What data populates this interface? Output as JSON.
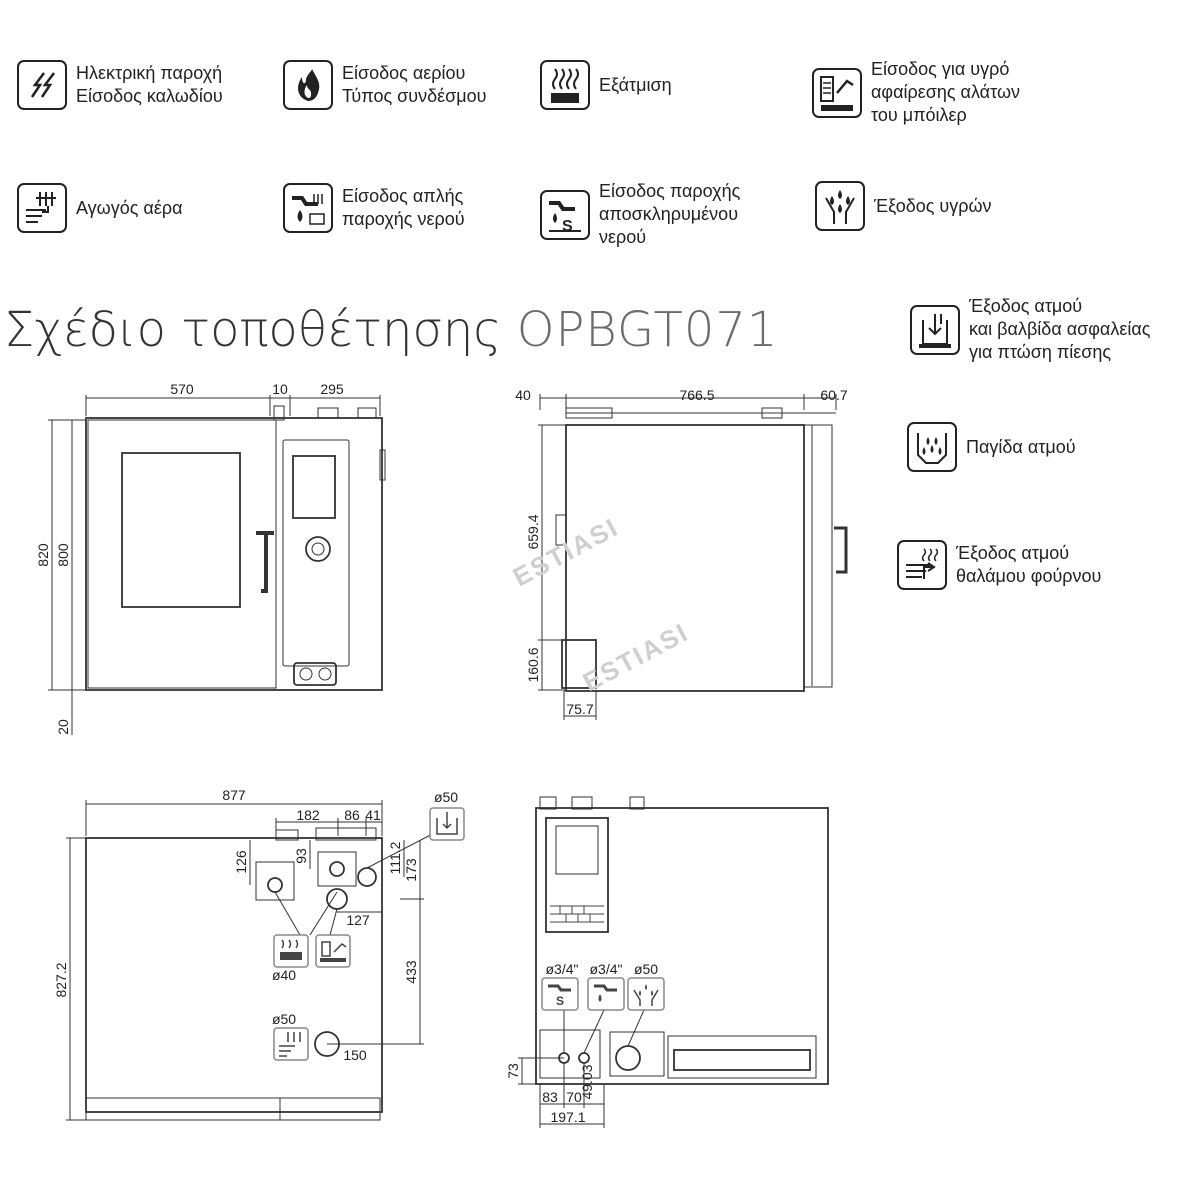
{
  "legend": [
    {
      "id": "electric",
      "lines": [
        "Ηλεκτρική παροχή",
        "Είσοδος καλωδίου"
      ],
      "icon": "lightning-icon"
    },
    {
      "id": "gas",
      "lines": [
        "Είσοδος αερίου",
        "Τύπος συνδέσμου"
      ],
      "icon": "flame-icon"
    },
    {
      "id": "exhaust",
      "lines": [
        "Εξάτμιση"
      ],
      "icon": "exhaust-icon"
    },
    {
      "id": "descaler",
      "lines": [
        "Είσοδος για υγρό",
        "αφαίρεσης αλάτων",
        "του μπόιλερ"
      ],
      "icon": "descaler-icon"
    },
    {
      "id": "air",
      "lines": [
        "Αγωγός αέρα"
      ],
      "icon": "air-duct-icon"
    },
    {
      "id": "water",
      "lines": [
        "Είσοδος απλής",
        "παροχής νερού"
      ],
      "icon": "water-tap-icon"
    },
    {
      "id": "softwater",
      "lines": [
        "Είσοδος παροχής",
        "αποσκληρυμένου",
        "νερού"
      ],
      "icon": "soft-water-icon"
    },
    {
      "id": "drain",
      "lines": [
        "Έξοδος υγρών"
      ],
      "icon": "drain-icon"
    },
    {
      "id": "steamvalve",
      "lines": [
        "Έξοδος ατμού",
        "και βαλβίδα ασφαλείας",
        "για πτώση πίεσης"
      ],
      "icon": "steam-valve-icon"
    },
    {
      "id": "steamtrap",
      "lines": [
        "Παγίδα ατμού"
      ],
      "icon": "steam-trap-icon"
    },
    {
      "id": "chamber",
      "lines": [
        "Έξοδος ατμού",
        "θαλάμου φούρνου"
      ],
      "icon": "chamber-steam-icon"
    }
  ],
  "title": {
    "main": "Σχέδιο τοποθέτησης",
    "model": "OPBGT071"
  },
  "watermark": "ESTIASI",
  "dims": {
    "front": {
      "w_door": "570",
      "w_gap": "10",
      "w_panel": "295",
      "h_total": "820",
      "h_body": "800",
      "h_feet": "20"
    },
    "side": {
      "d_back": "40",
      "d_body": "766.5",
      "d_handle": "60.7",
      "h_upper": "659.4",
      "h_lower": "160.6",
      "w_box": "75.7"
    },
    "top": {
      "w_total": "877",
      "w_182": "182",
      "w_86": "86",
      "w_41": "41",
      "d_ex": "ø50",
      "h_126": "126",
      "h_93": "93",
      "h_111": "111.2",
      "h_173": "173",
      "h_827": "827.2",
      "w_127": "127",
      "h_433": "433",
      "d_ex2": "ø40",
      "d_air": "ø50",
      "w_150": "150"
    },
    "rear": {
      "c1": "ø3/4\"",
      "c2": "ø3/4\"",
      "c3": "ø50",
      "h_73": "73",
      "h_49": "49.03",
      "w_83": "83",
      "w_70": "70",
      "w_197": "197.1"
    }
  }
}
